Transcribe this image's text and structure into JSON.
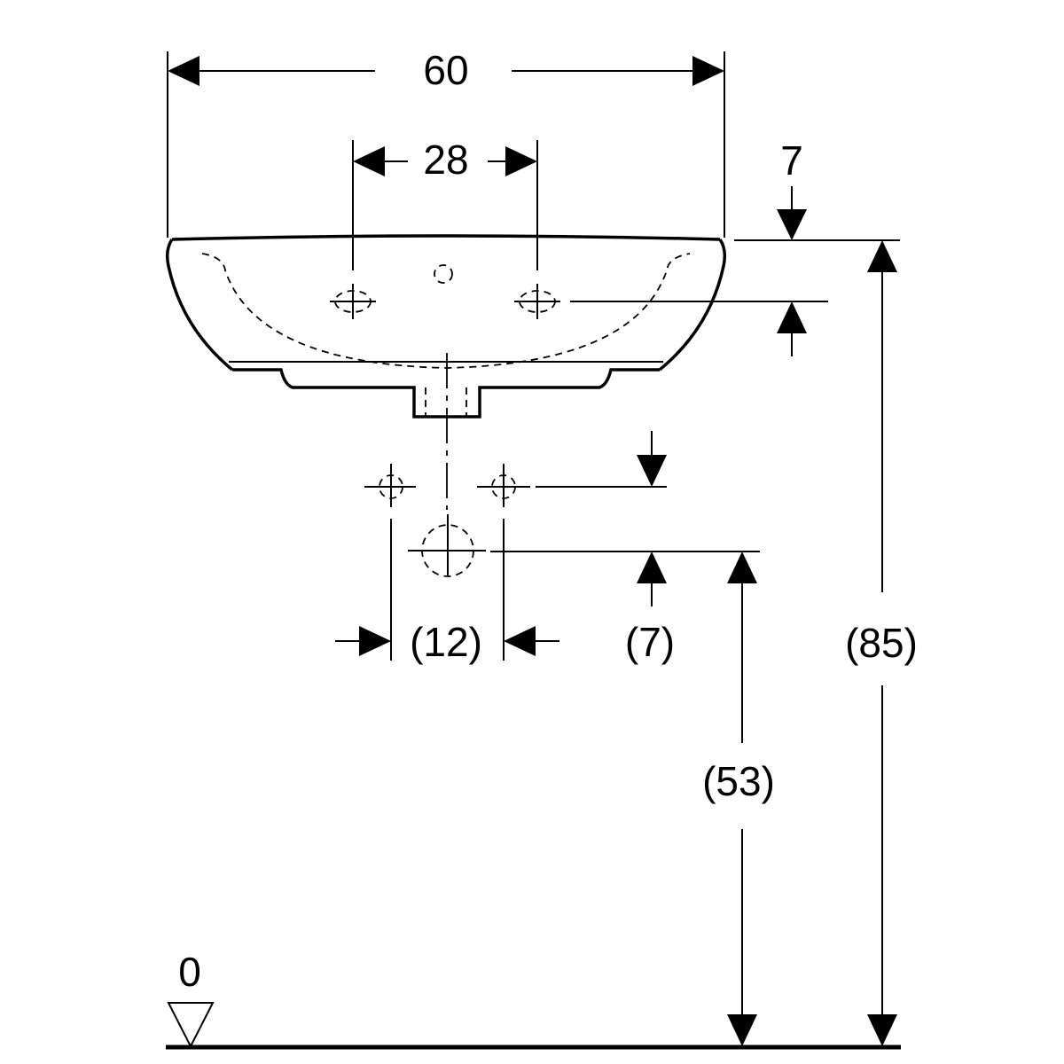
{
  "drawing": {
    "dimensions": {
      "overall_width": "60",
      "tap_hole_spacing": "28",
      "rim_offset": "7",
      "bracket_spacing": "(12)",
      "bracket_offset": "(7)",
      "waste_height": "(53)",
      "rim_height": "(85)",
      "floor_level": "0"
    },
    "colors": {
      "line": "#000000",
      "background": "#ffffff"
    }
  }
}
